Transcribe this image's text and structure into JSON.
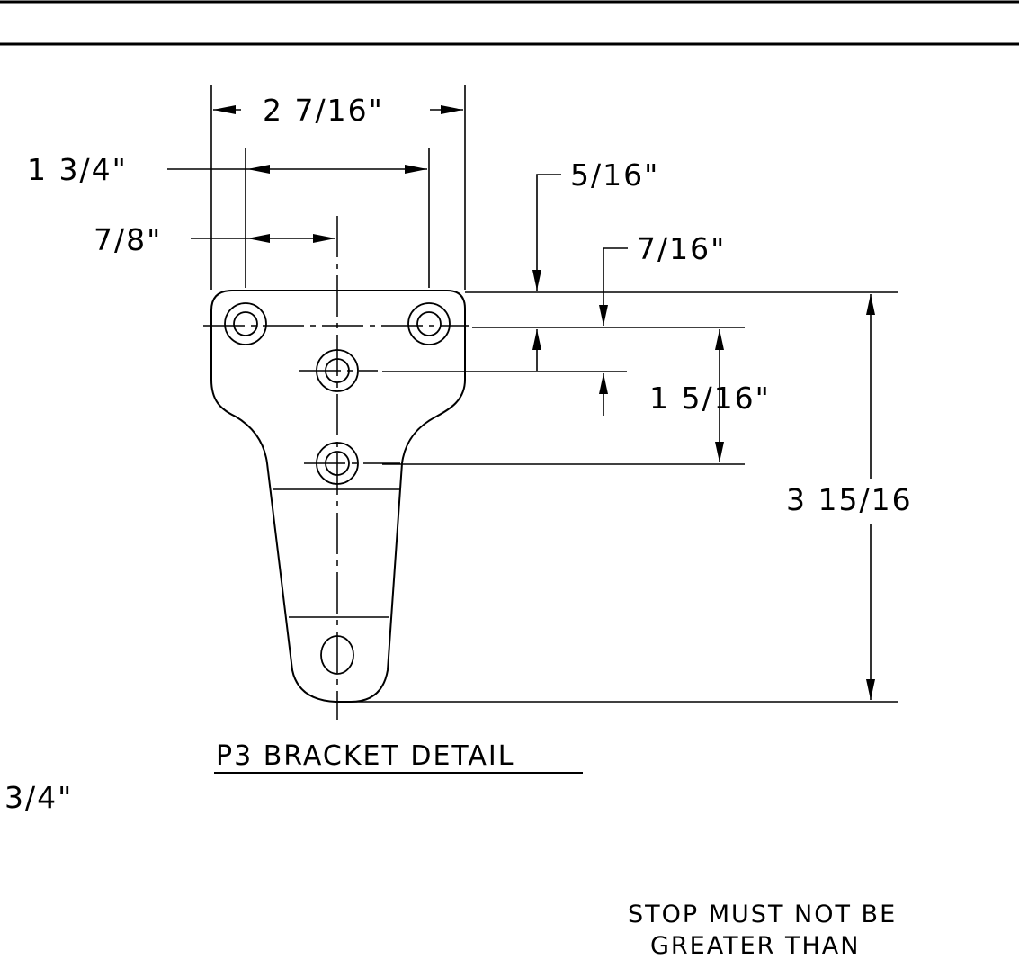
{
  "drawing": {
    "title": "P3 BRACKET DETAIL",
    "dimensions": {
      "overall_width": "2 7/16\"",
      "outer_hole_spacing": "1 3/4\"",
      "center_offset": "7/8\"",
      "top_edge_to_hole_row": "5/16\"",
      "hole_row_to_center_hole": "7/16\"",
      "hole_row_to_lower_hole": "1 5/16\"",
      "overall_height": "3 15/16"
    },
    "bottom_left_dimension": "3/4\"",
    "note": {
      "line1": "STOP MUST NOT BE",
      "line2": "GREATER THAN"
    }
  }
}
